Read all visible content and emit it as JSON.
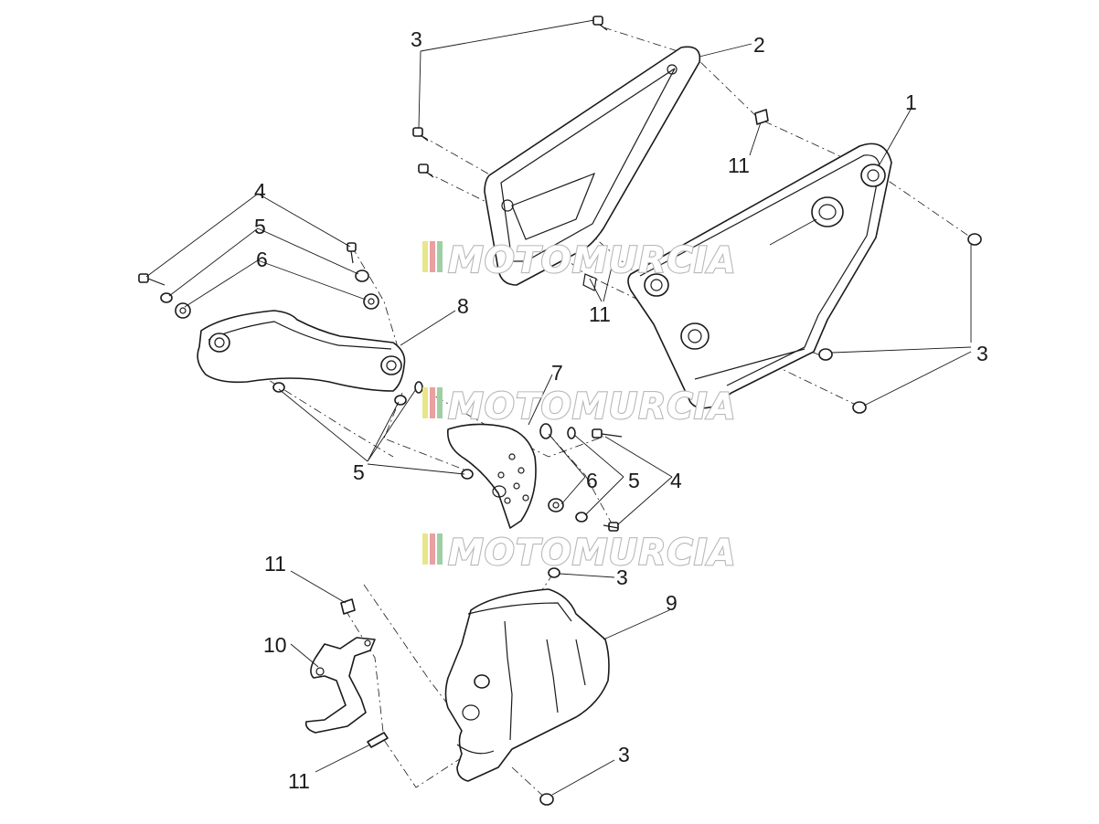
{
  "watermark": {
    "text": "MOTOMURCIA",
    "stripe_colors": [
      "#e8e68a",
      "#e9a0a0",
      "#9fd0a3"
    ]
  },
  "callouts": {
    "c1": "1",
    "c2": "2",
    "c3a": "3",
    "c3b": "3",
    "c3c": "3",
    "c3d": "3",
    "c4a": "4",
    "c4b": "4",
    "c5a": "5",
    "c5b": "5",
    "c5c": "5",
    "c6a": "6",
    "c6b": "6",
    "c7": "7",
    "c8": "8",
    "c9": "9",
    "c10": "10",
    "c11a": "11",
    "c11b": "11",
    "c11c": "11",
    "c11d": "11"
  }
}
